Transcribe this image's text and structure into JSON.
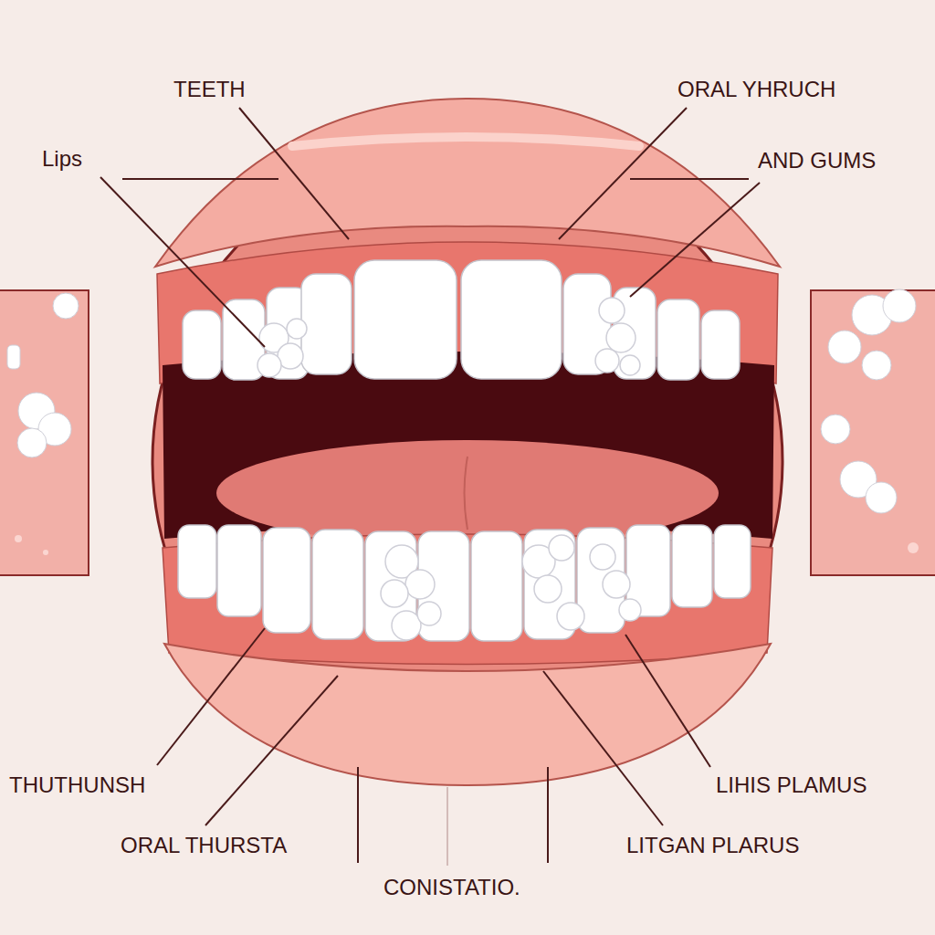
{
  "diagram": {
    "labels": [
      "TEETH",
      "ORAL YHRUCH",
      "Lips",
      "AND GUMS",
      "THUTHUNSH",
      "LIHIS PLAMUS",
      "ORAL THURSTA",
      "LITGAN PLARUS",
      "CONISTATIO."
    ]
  }
}
